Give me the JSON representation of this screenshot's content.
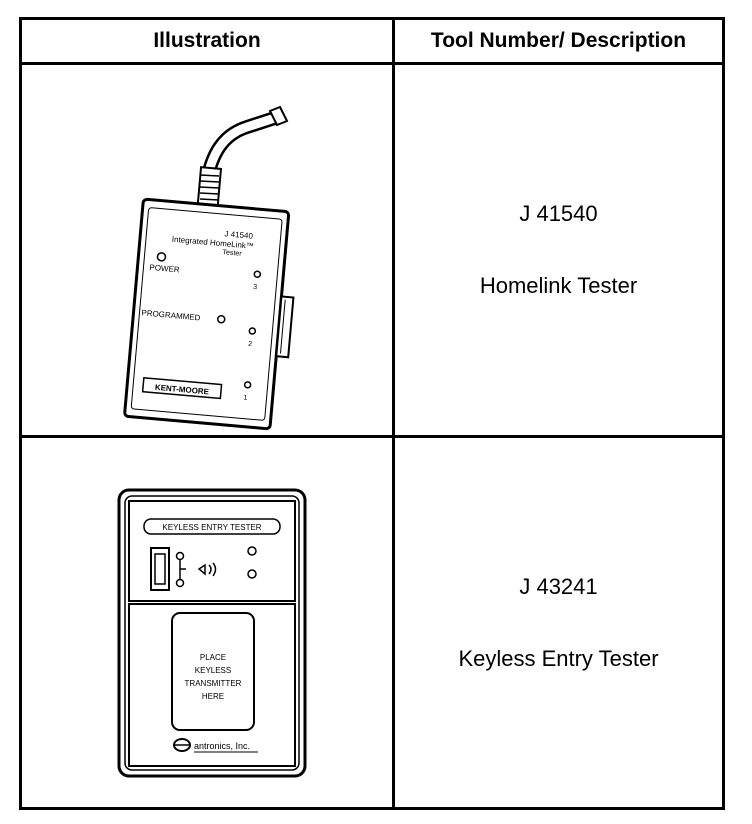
{
  "table": {
    "headers": {
      "illustration": "Illustration",
      "tool": "Tool Number/ Description"
    },
    "rows": [
      {
        "tool_number": "J 41540",
        "description": "Homelink Tester",
        "illustration_text": {
          "model": "J 41540",
          "product": "Integrated HomeLink™",
          "product2": "Tester",
          "power": "POWER",
          "programmed": "PROGRAMMED",
          "brand": "KENT-MOORE",
          "led1": "1",
          "led2": "2",
          "led3": "3"
        }
      },
      {
        "tool_number": "J 43241",
        "description": "Keyless Entry Tester",
        "illustration_text": {
          "title": "KEYLESS ENTRY TESTER",
          "instr1": "PLACE",
          "instr2": "KEYLESS",
          "instr3": "TRANSMITTER",
          "instr4": "HERE",
          "brand": "antronics, Inc."
        }
      }
    ]
  }
}
